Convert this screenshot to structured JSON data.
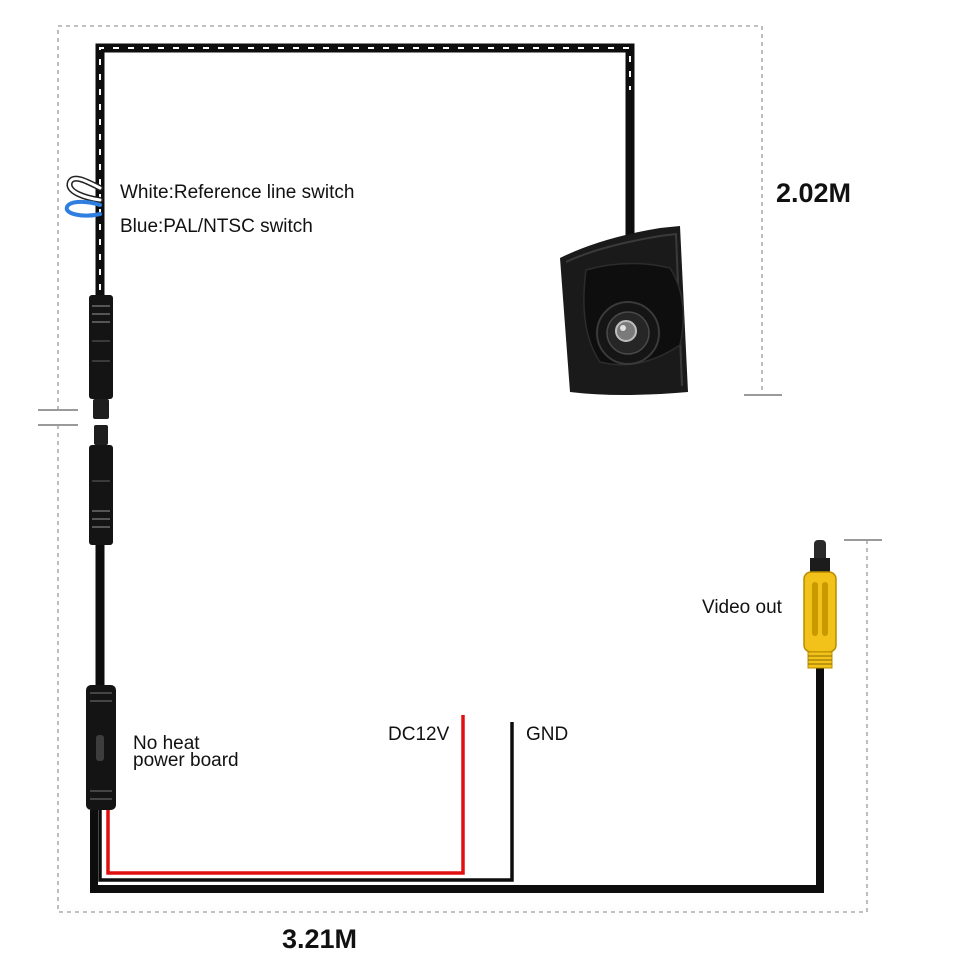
{
  "labels": {
    "white_wire": "White:Reference line switch",
    "blue_wire": "Blue:PAL/NTSC switch",
    "power_board_line1": "No heat",
    "power_board_line2": "power board",
    "dc12v": "DC12V",
    "gnd": "GND",
    "video_out": "Video out"
  },
  "dimensions": {
    "camera_cable": "2.02M",
    "main_cable": "3.21M"
  },
  "colors": {
    "cable": "#0d0d0d",
    "dc12v_wire": "#e01010",
    "white_wire": "#ffffff",
    "blue_wire": "#2f7fe0",
    "rca_plug": "#f2c21b",
    "dimension_line": "#9a9a9a",
    "camera_body": "#1a1a1a"
  }
}
